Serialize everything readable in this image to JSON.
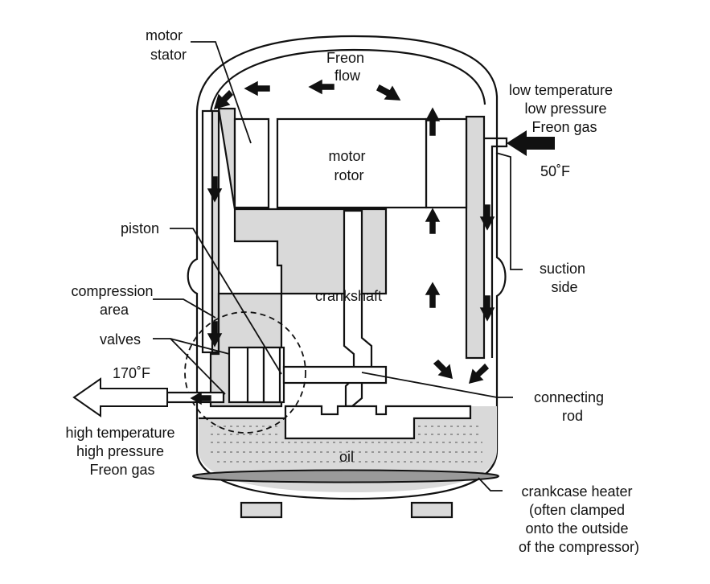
{
  "labels": {
    "motor_stator": [
      "motor",
      "stator"
    ],
    "freon_flow": [
      "Freon",
      "flow"
    ],
    "low_temp": [
      "low temperature",
      "low pressure",
      "Freon gas"
    ],
    "temp_in": "50˚F",
    "motor_rotor": [
      "motor",
      "rotor"
    ],
    "piston": "piston",
    "compression_area": [
      "compression",
      "area"
    ],
    "crankshaft": "crankshaft",
    "suction_side": [
      "suction",
      "side"
    ],
    "valves": "valves",
    "temp_out": "170˚F",
    "connecting_rod": [
      "connecting",
      "rod"
    ],
    "high_temp": [
      "high temperature",
      "high pressure",
      "Freon gas"
    ],
    "oil": "oil",
    "crankcase_heater": [
      "crankcase heater",
      "(often clamped",
      "onto the outside",
      "of the compressor)"
    ]
  },
  "icons": [
    "inlet-arrow-icon",
    "outlet-arrow-icon",
    "flow-arrow-icon"
  ],
  "colors": {
    "ink": "#111111",
    "fill_grey": "#d9d9d9",
    "background": "#ffffff"
  }
}
